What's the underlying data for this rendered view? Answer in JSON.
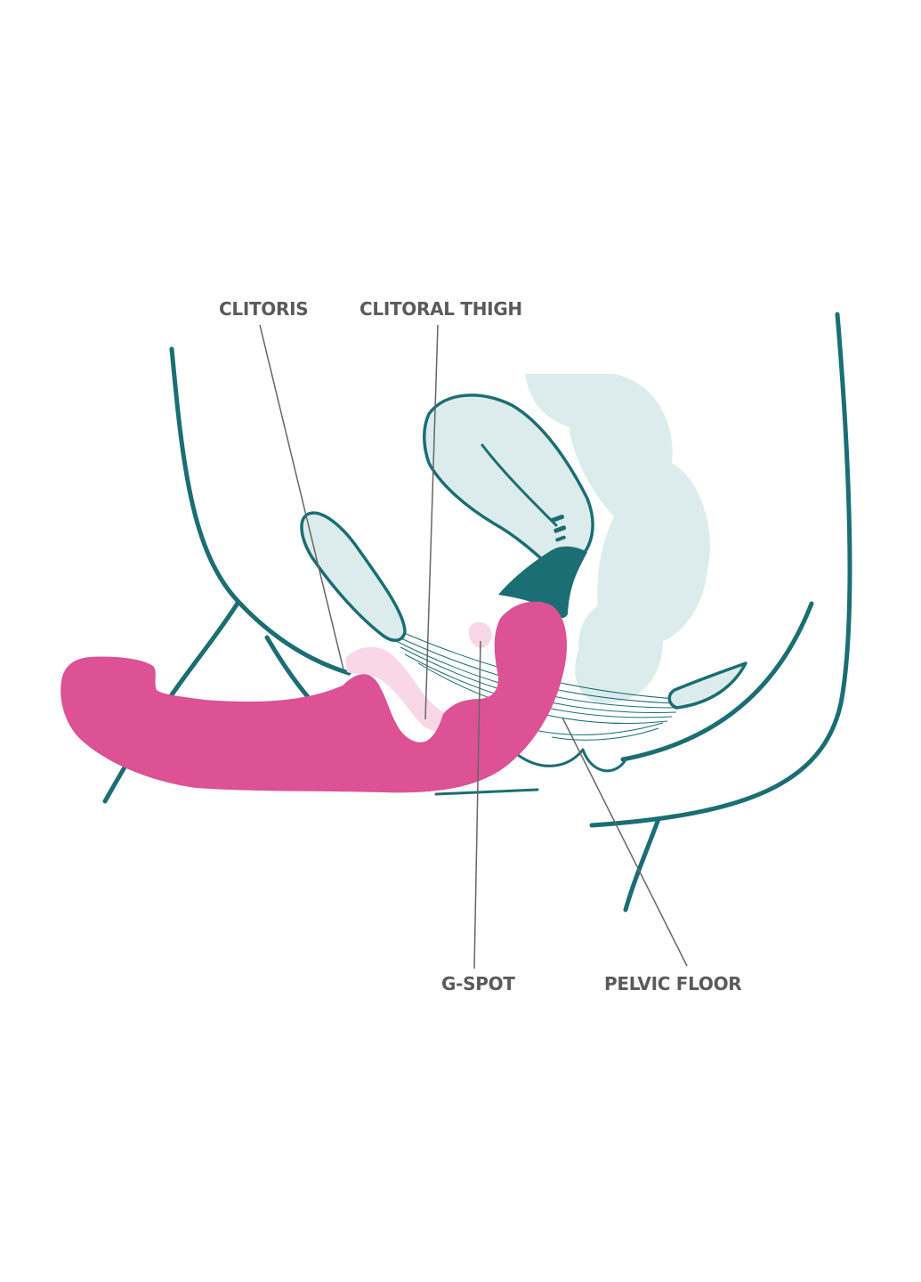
{
  "labels": {
    "clitoris": "CLITORIS",
    "clitoral_thigh": "CLITORAL THIGH",
    "g_spot": "G-SPOT",
    "pelvic_floor": "PELVIC FLOOR"
  },
  "colors": {
    "outline": "#1a6e74",
    "organ_fill": "#dcecec",
    "toy": "#dc5294",
    "clitoral_tissue": "#f9d7e7",
    "label_text": "#5a5a5a",
    "leader_line": "#666666"
  }
}
